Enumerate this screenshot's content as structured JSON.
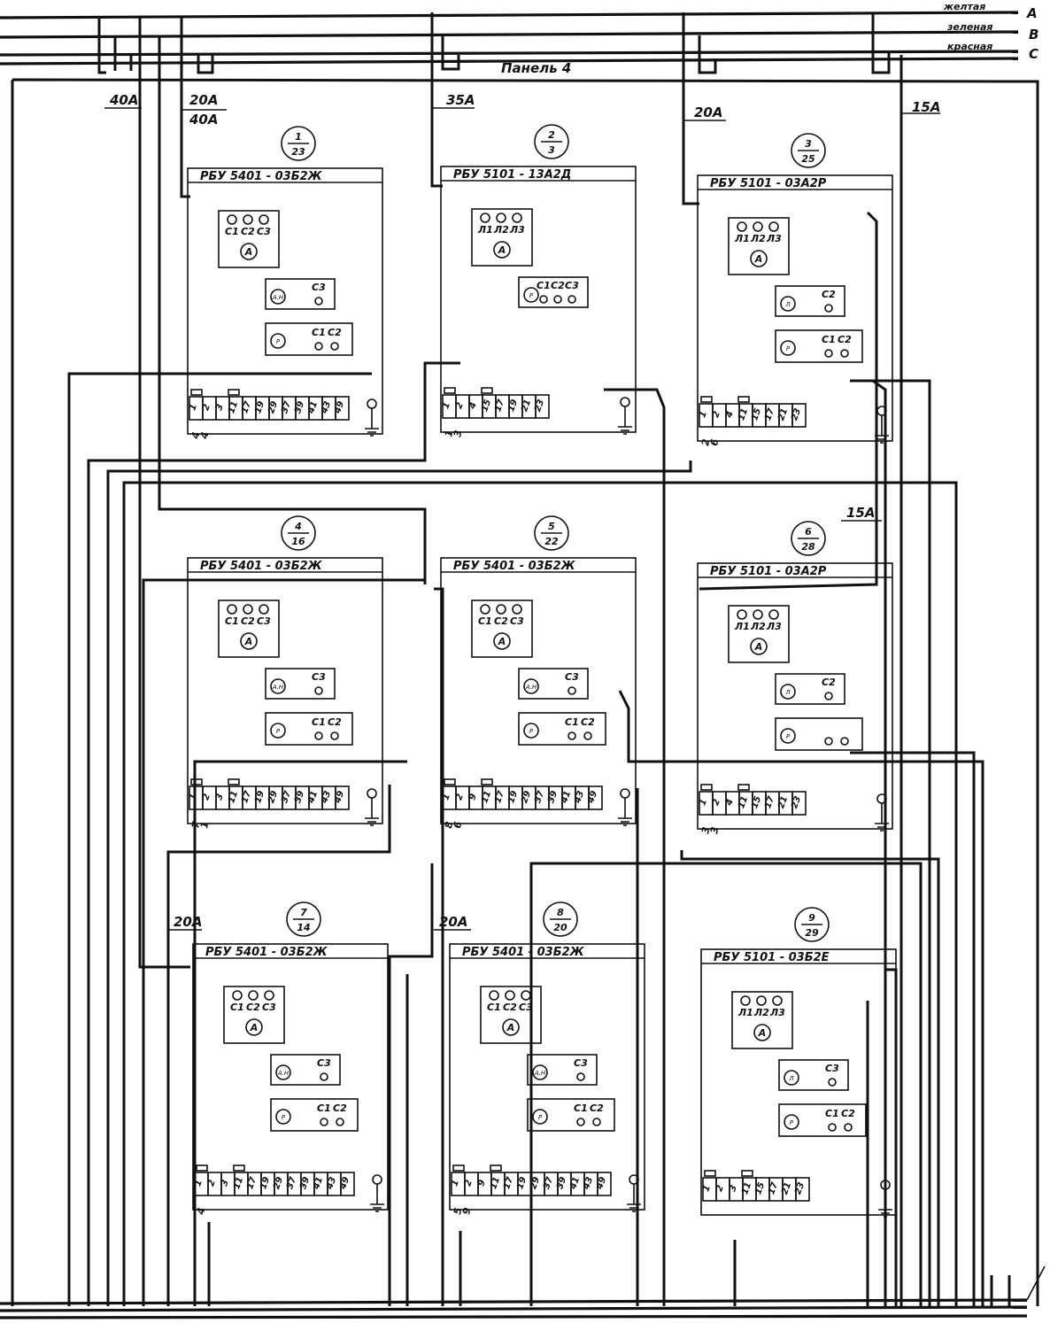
{
  "bus": {
    "phases": [
      {
        "name": "желтая",
        "letter": "A"
      },
      {
        "name": "зеленая",
        "letter": "B"
      },
      {
        "name": "красная",
        "letter": "C"
      }
    ]
  },
  "panel_label": "Панель 4",
  "feeder_ratings": [
    "40А",
    "20А",
    "40А",
    "35А",
    "20А",
    "15А",
    "15А",
    "20А",
    "20А"
  ],
  "units": [
    {
      "num": "1",
      "den": "23",
      "model": "РБУ 5401 - 03Б2Ж",
      "meter_terms": [
        "С1",
        "С2",
        "С3"
      ],
      "meter_sym": "А",
      "box1_sym": "А.Н",
      "box1_terms": [
        "С3"
      ],
      "box2_sym": "Р",
      "box2_terms": [
        "С1",
        "С2"
      ],
      "strip": [
        "1",
        "2",
        "3",
        "11",
        "17",
        "19",
        "29",
        "37",
        "39",
        "41",
        "43",
        "49"
      ],
      "loop": [
        "4",
        "4"
      ]
    },
    {
      "num": "2",
      "den": "3",
      "model": "РБУ 5101 - 13А2Д",
      "meter_terms": [
        "Л1",
        "Л2",
        "Л3"
      ],
      "meter_sym": "А",
      "box1_sym": "Р",
      "box1_terms": [
        "С1",
        "С2",
        "С3"
      ],
      "box2_sym": "",
      "box2_terms": [],
      "strip": [
        "1",
        "2",
        "4",
        "15",
        "17",
        "19",
        "21",
        "23"
      ],
      "loop": [
        "1",
        "3"
      ]
    },
    {
      "num": "3",
      "den": "25",
      "model": "РБУ 5101 - 03А2Р",
      "meter_terms": [
        "Л1",
        "Л2",
        "Л3"
      ],
      "meter_sym": "А",
      "box1_sym": "Л",
      "box1_terms": [
        "С2"
      ],
      "box2_sym": "Р",
      "box2_terms": [
        "С1",
        "С2"
      ],
      "strip": [
        "1",
        "2",
        "4",
        "11",
        "15",
        "17",
        "21",
        "23"
      ],
      "loop": [
        "2",
        "6"
      ]
    },
    {
      "num": "4",
      "den": "16",
      "model": "РБУ 5401 - 03Б2Ж",
      "meter_terms": [
        "С1",
        "С2",
        "С3"
      ],
      "meter_sym": "А",
      "box1_sym": "А.Н",
      "box1_terms": [
        "С3"
      ],
      "box2_sym": "Р",
      "box2_terms": [
        "С1",
        "С2"
      ],
      "strip": [
        "1",
        "2",
        "3",
        "11",
        "17",
        "19",
        "29",
        "37",
        "39",
        "41",
        "43",
        "49"
      ],
      "loop": [
        "7",
        "1"
      ]
    },
    {
      "num": "5",
      "den": "22",
      "model": "РБУ 5401 - 03Б2Ж",
      "meter_terms": [
        "С1",
        "С2",
        "С3"
      ],
      "meter_sym": "А",
      "box1_sym": "А.Н",
      "box1_terms": [
        "С3"
      ],
      "box2_sym": "Р",
      "box2_terms": [
        "С1",
        "С2"
      ],
      "strip": [
        "1",
        "2",
        "9",
        "11",
        "17",
        "19",
        "29",
        "37",
        "39",
        "41",
        "43",
        "49"
      ],
      "loop": [
        "8",
        "6"
      ]
    },
    {
      "num": "6",
      "den": "28",
      "model": "РБУ 5101 - 03А2Р",
      "meter_terms": [
        "Л1",
        "Л2",
        "Л3"
      ],
      "meter_sym": "А",
      "box1_sym": "Л",
      "box1_terms": [
        "С2"
      ],
      "box2_sym": "Р",
      "box2_terms": [],
      "strip": [
        "1",
        "2",
        "4",
        "11",
        "15",
        "17",
        "21",
        "23"
      ],
      "loop": [
        "3",
        "3"
      ]
    },
    {
      "num": "7",
      "den": "14",
      "model": "РБУ 5401 - 03Б2Ж",
      "meter_terms": [
        "С1",
        "С2",
        "С3"
      ],
      "meter_sym": "А",
      "box1_sym": "А.Н",
      "box1_terms": [
        "С3"
      ],
      "box2_sym": "Р",
      "box2_terms": [
        "С1",
        "С2"
      ],
      "strip": [
        "1",
        "2",
        "3",
        "11",
        "17",
        "19",
        "29",
        "37",
        "39",
        "41",
        "43",
        "49"
      ],
      "loop": [
        "4",
        ""
      ]
    },
    {
      "num": "8",
      "den": "20",
      "model": "РБУ 5401 - 03Б2Ж",
      "meter_terms": [
        "С1",
        "С2",
        "С3"
      ],
      "meter_sym": "А",
      "box1_sym": "А.Н",
      "box1_terms": [
        "С3"
      ],
      "box2_sym": "Р",
      "box2_terms": [
        "С1",
        "С2"
      ],
      "strip": [
        "1",
        "2",
        "9",
        "11",
        "17",
        "19",
        "29",
        "37",
        "39",
        "41",
        "43",
        "49"
      ],
      "loop": [
        "5",
        "9"
      ]
    },
    {
      "num": "9",
      "den": "29",
      "model": "РБУ 5101 - 03Б2Е",
      "meter_terms": [
        "Л1",
        "Л2",
        "Л3"
      ],
      "meter_sym": "А",
      "box1_sym": "Л",
      "box1_terms": [
        "С3"
      ],
      "box2_sym": "Р",
      "box2_terms": [
        "С1",
        "С2"
      ],
      "strip": [
        "1",
        "2",
        "3",
        "11",
        "15",
        "17",
        "21",
        "23"
      ],
      "loop": [
        "",
        ""
      ]
    }
  ]
}
